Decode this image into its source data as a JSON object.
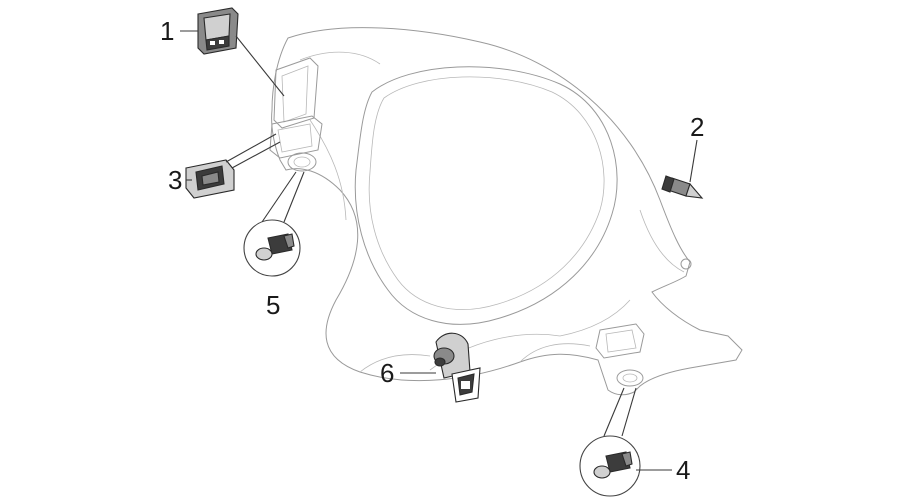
{
  "diagram": {
    "callouts": [
      {
        "id": "1",
        "label": "1"
      },
      {
        "id": "2",
        "label": "2"
      },
      {
        "id": "3",
        "label": "3"
      },
      {
        "id": "4",
        "label": "4"
      },
      {
        "id": "5",
        "label": "5"
      },
      {
        "id": "6",
        "label": "6"
      }
    ]
  },
  "colors": {
    "line": "#9a9a9a",
    "part_dark": "#3c3c3c",
    "part_mid": "#8a8a8a",
    "part_light": "#d0d0d0"
  }
}
